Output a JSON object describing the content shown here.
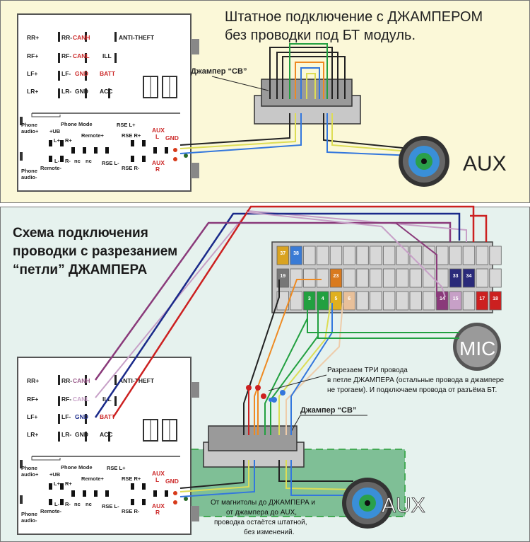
{
  "top": {
    "title_line1": "Штатное подключение с ДЖАМПЕРОМ",
    "title_line2": "без проводки под БТ модуль.",
    "jumper_label": "Джампер “CB”",
    "aux_label": "AUX"
  },
  "bottom": {
    "heading_line1": "Схема подключения",
    "heading_line2": "проводки с разрезанием",
    "heading_line3": "“петли” ДЖАМПЕРА",
    "jumper_label": "Джампер “CB”",
    "mic_label": "MIC",
    "aux_label": "AUX",
    "cut_note_line1": "Разрезаем ТРИ провода",
    "cut_note_line2": "в петле ДЖАМПЕРА (остальные провода в джампере",
    "cut_note_line3": "не трогаем). И подключаем провода от разъёма БТ.",
    "keep_note_line1": "От магнитолы до  ДЖАМПЕРА и",
    "keep_note_line2": "от джампера до AUX,",
    "keep_note_line3": "проводка остаётся штатной,",
    "keep_note_line4": "без изменений.",
    "bt_pins": {
      "p37": "37",
      "p38": "38",
      "p19": "19",
      "p23": "23",
      "p3": "3",
      "p4": "4",
      "p5": "5",
      "p6": "6",
      "p33": "33",
      "p34": "34",
      "p14": "14",
      "p15": "15",
      "p17": "17",
      "p18": "18"
    }
  },
  "connector": {
    "rows": [
      {
        "left": "RR+",
        "mid": "RR-",
        "right": "CANH",
        "far": "ANTI-THEFT"
      },
      {
        "left": "RF+",
        "mid": "RF-",
        "right": "CANL",
        "far": "ILL"
      },
      {
        "left": "LF+",
        "mid": "LF-",
        "right": "GND",
        "far": "BATT"
      },
      {
        "left": "LR+",
        "mid": "LR-",
        "right": "GND",
        "far": "ACC"
      }
    ],
    "lower": {
      "phone_audio_plus": "Phone audio+",
      "ub": "+UB",
      "phone_mode": "Phone Mode",
      "remote_plus": "Remote+",
      "rse_lplus": "RSE L+",
      "rse_rplus": "RSE R+",
      "aux_l": "AUX L",
      "gnd": "GND",
      "l_plus": "L+",
      "r_plus": "R+",
      "l_minus": "L-",
      "r_minus": "R-",
      "nc": "nc",
      "phone_audio_minus": "Phone audio-",
      "remote_minus": "Remote-",
      "rse_lminus": "RSE L-",
      "rse_rminus": "RSE R-",
      "aux_r": "AUX R"
    }
  }
}
